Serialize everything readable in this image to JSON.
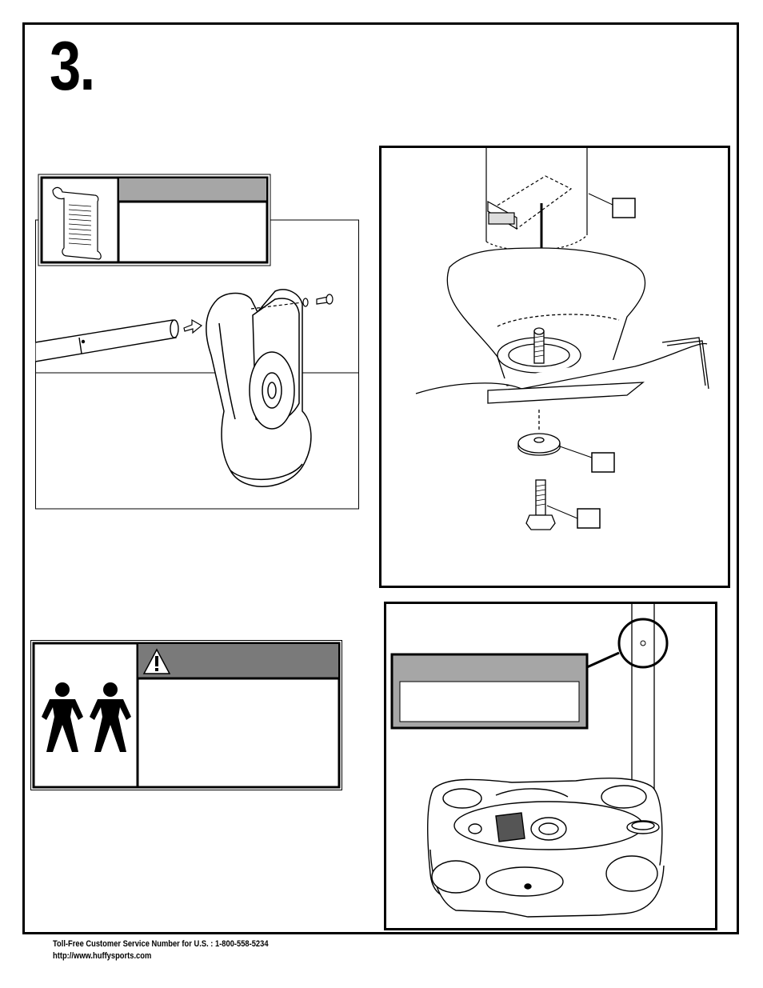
{
  "step": {
    "number": "3."
  },
  "hardware_note": {
    "icon": "instruction-sheet-icon",
    "header_color": "#a6a6a6"
  },
  "warning_box": {
    "icon": "two-person-icon",
    "alert_icon": "warning-triangle-icon",
    "header_color": "#7a7a7a"
  },
  "callout_box": {
    "header_color": "#a6a6a6"
  },
  "footer": {
    "service_line": "Toll-Free Customer Service Number for U.S. : 1-800-558-5234",
    "website": "http://www.huffysports.com"
  }
}
